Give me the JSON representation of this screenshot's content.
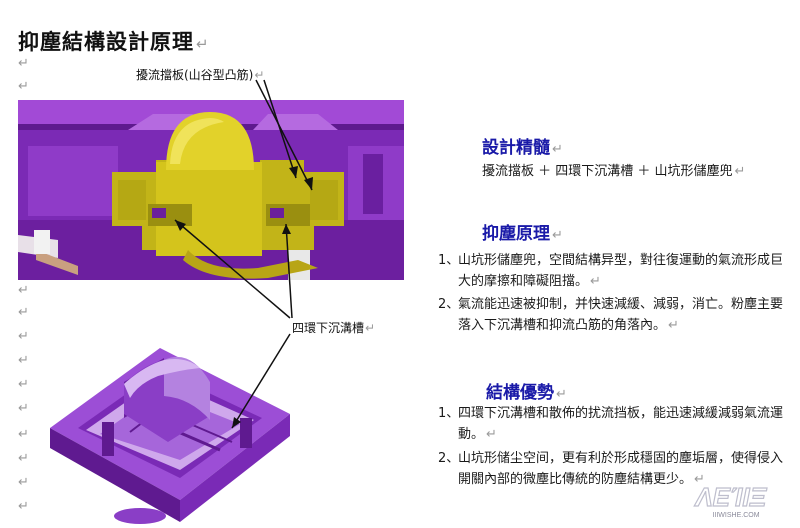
{
  "document": {
    "title": "抑塵結構設計原理",
    "paragraph_mark": "↵"
  },
  "callouts": {
    "top": "擾流擋板(山谷型凸筋)",
    "middle": "四環下沉溝槽"
  },
  "sections": [
    {
      "heading": "設計精髓",
      "body": "擾流擋板 ＋ 四環下沉溝槽 ＋ 山坑形儲塵兜"
    },
    {
      "heading": "抑塵原理",
      "items": [
        {
          "num": "1、",
          "text": "山坑形儲塵兜，空間結構异型，對往復運動的氣流形成巨大的摩擦和障礙阻擋。"
        },
        {
          "num": "2、",
          "text": "氣流能迅速被抑制，并快速減緩、減弱，消亡。粉塵主要落入下沉溝槽和抑流凸筋的角落內。"
        }
      ]
    },
    {
      "heading": "結構優勢",
      "items": [
        {
          "num": "1、",
          "text": "四環下沉溝槽和散佈的扰流挡板，能迅速減緩減弱氣流運動。"
        },
        {
          "num": "2、",
          "text": "山坑形储尘空间，更有利於形成穩固的塵垢層，使得侵入開關內部的微塵比傳統的防塵結構更少。"
        }
      ]
    }
  ],
  "watermark": {
    "brand": "ΛΕΊΙΞ",
    "url": "IIIWISHE.COM"
  },
  "colors": {
    "heading_blue": "#1a1aa8",
    "housing_purple": "#8a2fc0",
    "slider_yellow": "#d6c51e",
    "paragraph_mark_gray": "#9a9a9a"
  }
}
